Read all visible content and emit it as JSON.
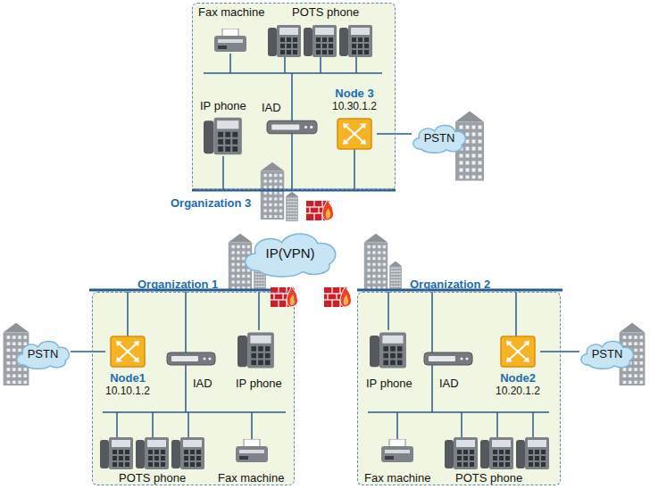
{
  "diagram": {
    "nodes": [
      {
        "text": [
          "Organization 3"
        ]
      },
      {
        "text": [
          "Node 3",
          "10.30.1.2"
        ],
        "in": 0
      },
      {
        "text": [
          "PSTN"
        ]
      },
      {
        "text": [
          "IP(VPN)"
        ]
      },
      {
        "text": [
          "Organization 1"
        ]
      },
      {
        "text": [
          "Node1",
          "10.10.1.2"
        ],
        "in": 4
      },
      {
        "text": [
          "Organization 2"
        ]
      },
      {
        "text": [
          "Node2",
          "10.20.1.2"
        ],
        "in": 6
      },
      {
        "text": [
          "PSTN"
        ]
      },
      {
        "text": [
          "PSTN"
        ]
      }
    ],
    "edges": [
      {
        "from": 1,
        "to": 2,
        "arrow": "none"
      },
      {
        "from": 5,
        "to": 8,
        "arrow": "none"
      },
      {
        "from": 7,
        "to": 9,
        "arrow": "none"
      }
    ],
    "labels": [
      "Fax machine",
      "POTS phone",
      "IP phone",
      "IAD",
      "IAD",
      "IP phone",
      "POTS phone",
      "Fax machine",
      "IP phone",
      "IAD",
      "Fax machine",
      "POTS phone"
    ]
  }
}
